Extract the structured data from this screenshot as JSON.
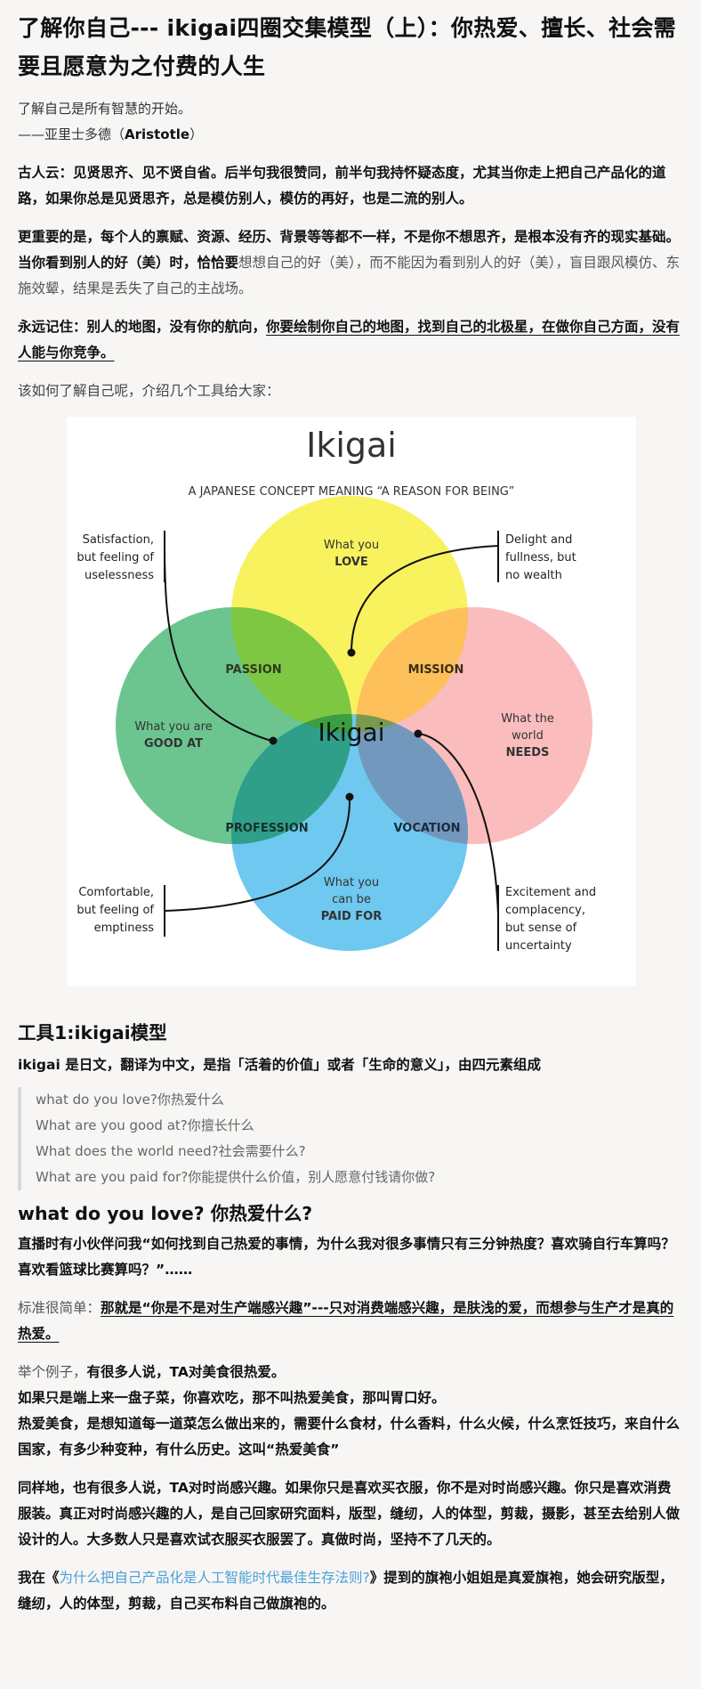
{
  "title": "了解你自己--- ikigai四圈交集模型（上）：你热爱、擅长、社会需要且愿意为之付费的人生",
  "quote": {
    "line1": "了解自己是所有智慧的开始。",
    "line2_prefix": "——亚里士多德（",
    "line2_name": "Aristotle",
    "line2_suffix": "）"
  },
  "para1": "古人云：见贤思齐、见不贤自省。后半句我很赞同，前半句我持怀疑态度，尤其当你走上把自己产品化的道路，如果你总是见贤思齐，总是模仿别人，模仿的再好，也是二流的别人。",
  "para2": {
    "bold": "更重要的是，每个人的禀赋、资源、经历、背景等等都不一样，不是你不想思齐，是根本没有齐的现实基础。当你看到别人的好（美）时，恰恰要",
    "normal": "想想自己的好（美），而不能因为看到别人的好（美），盲目跟风模仿、东施效颦，结果是丢失了自己的主战场。"
  },
  "para3": {
    "plain": "永远记住：别人的地图，没有你的航向，",
    "underlined": "你要绘制你自己的地图，找到自己的北极星，在做你自己方面，没有人能与你竞争。"
  },
  "para4": "该如何了解自己呢，介绍几个工具给大家：",
  "diagram": {
    "title": "Ikigai",
    "subtitle": "A JAPANESE CONCEPT MEANING “A REASON FOR BEING”",
    "love_1": "What you",
    "love_2": "LOVE",
    "good_1": "What you are",
    "good_2": "GOOD AT",
    "needs_1": "What the",
    "needs_2": "world",
    "needs_3": "NEEDS",
    "paid_1": "What you",
    "paid_2": "can be",
    "paid_3": "PAID FOR",
    "passion": "PASSION",
    "mission": "MISSION",
    "profession": "PROFESSION",
    "vocation": "VOCATION",
    "center": "Ikigai",
    "note_tl_1": "Satisfaction,",
    "note_tl_2": "but feeling of",
    "note_tl_3": "uselessness",
    "note_tr_1": "Delight and",
    "note_tr_2": "fullness, but",
    "note_tr_3": "no wealth",
    "note_bl_1": "Comfortable,",
    "note_bl_2": "but feeling of",
    "note_bl_3": "emptiness",
    "note_br_1": "Excitement and",
    "note_br_2": "complacency,",
    "note_br_3": "but sense of",
    "note_br_4": "uncertainty",
    "colors": {
      "love": "#f7f25e",
      "good": "#6cc58f",
      "needs": "#fbbcbd",
      "paid": "#6ec8ef"
    }
  },
  "section1": {
    "heading": "工具1:ikigai模型",
    "intro": "ikigai 是日文，翻译为中文，是指「活着的价值」或者「生命的意义」，由四元素组成",
    "items": [
      "what do you love?你热爱什么",
      "What are you good at?你擅长什么",
      "What does the world need?社会需要什么?",
      "What are you paid for?你能提供什么价值，别人愿意付钱请你做?"
    ]
  },
  "section2": {
    "heading": "what do you love? 你热爱什么?",
    "p1": "直播时有小伙伴问我“如何找到自己热爱的事情，为什么我对很多事情只有三分钟热度？喜欢骑自行车算吗？喜欢看篮球比赛算吗？”……",
    "p2_prefix": "标准很简单：",
    "p2_underlined": "那就是“你是不是对生产端感兴趣”---只对消费端感兴趣，是肤浅的爱，而想参与生产才是真的热爱。",
    "p3_prefix": "举个例子，",
    "p3_bold": "有很多人说，TA对美食很热爱。",
    "p3_line2": "如果只是端上来一盘子菜，你喜欢吃，那不叫热爱美食，那叫胃口好。",
    "p3_line3": "热爱美食，是想知道每一道菜怎么做出来的，需要什么食材，什么香料，什么火候，什么烹饪技巧，来自什么国家，有多少种变种，有什么历史。这叫“热爱美食”",
    "p4": "同样地，也有很多人说，TA对时尚感兴趣。如果你只是喜欢买衣服，你不是对时尚感兴趣。你只是喜欢消费服装。真正对时尚感兴趣的人，是自己回家研究面料，版型，缝纫，人的体型，剪裁，摄影，甚至去给别人做设计的人。大多数人只是喜欢试衣服买衣服罢了。真做时尚，坚持不了几天的。",
    "p5_prefix": "我在《",
    "p5_link": "为什么把自己产品化是人工智能时代最佳生存法则?",
    "p5_suffix": "》提到的旗袍小姐姐是真爱旗袍，她会研究版型，缝纫，人的体型，剪裁，自己买布料自己做旗袍的。"
  }
}
